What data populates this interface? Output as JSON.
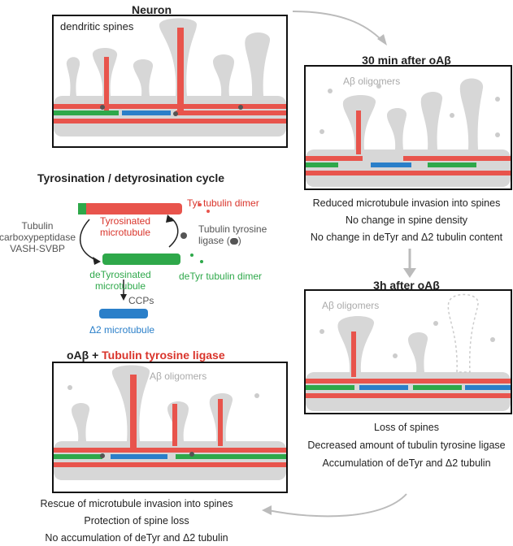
{
  "neuron": {
    "title": "Neuron",
    "panel_label": "dendritic spines"
  },
  "after30": {
    "title": "30 min after oAβ",
    "oligomer_label": "Aβ oligomers",
    "results": [
      "Reduced microtubule invasion into spines",
      "No change in spine density",
      "No change in deTyr and Δ2 tubulin content"
    ]
  },
  "after3h": {
    "title": "3h after oAβ",
    "oligomer_label": "Aβ oligomers",
    "results": [
      "Loss of spines",
      "Decreased amount of tubulin tyrosine ligase",
      "Accumulation of deTyr and Δ2 tubulin"
    ]
  },
  "cycle": {
    "title": "Tyrosination / detyrosination cycle",
    "tyr_dimer": "Tyr tubulin dimer",
    "tyrosinated_1": "Tyrosinated",
    "tyrosinated_2": "microtubule",
    "ligase_1": "Tubulin tyrosine",
    "ligase_2": "ligase (",
    "ligase_3": ")",
    "carboxy_1": "Tubulin",
    "carboxy_2": "carboxypeptidase",
    "carboxy_3": "VASH-SVBP",
    "detyrosinated_1": "deTyrosinated",
    "detyrosinated_2": "microtubule",
    "detyr_dimer": "deTyr tubulin dimer",
    "ccps": "CCPs",
    "delta2": "Δ2 microtubule"
  },
  "rescue": {
    "title_a": "oAβ + ",
    "title_b": "Tubulin tyrosine ligase",
    "oligomer_label": "Aβ oligomers",
    "results": [
      "Rescue of  microtubule invasion into spines",
      "Protection of spine loss",
      "No accumulation of deTyr and Δ2 tubulin"
    ]
  },
  "colors": {
    "tyrosinated": "#e8544c",
    "detyrosinated": "#2ea84a",
    "delta2": "#2a7fc9",
    "dendrite": "#d7d7d7",
    "ligase": "#555555"
  }
}
